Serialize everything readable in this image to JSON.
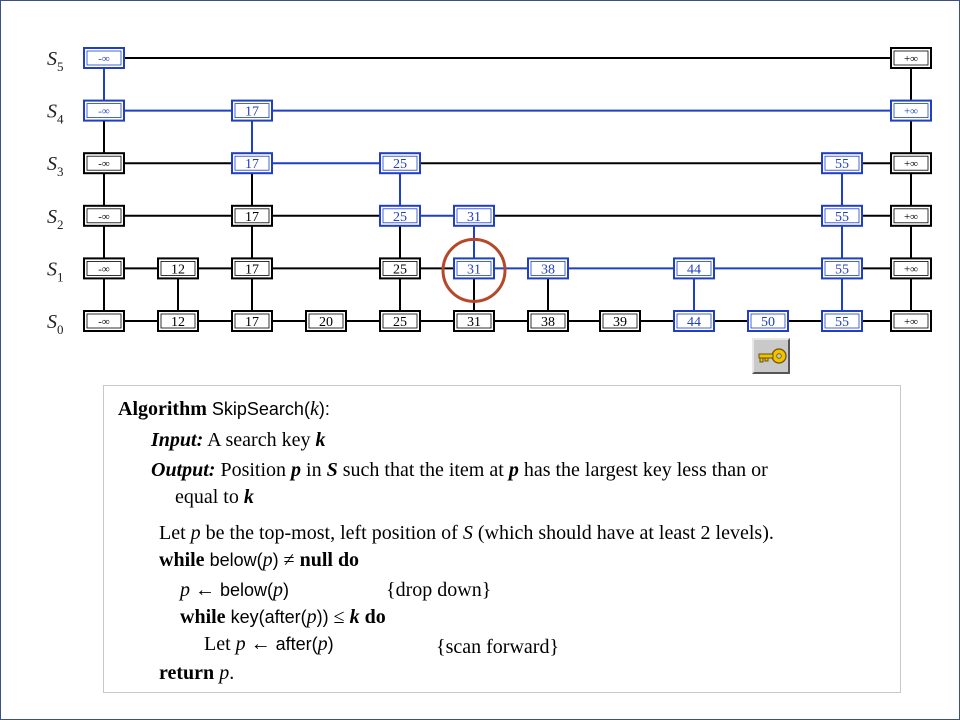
{
  "skip_list": {
    "levels": [
      {
        "label": "S",
        "sub": "5",
        "keys": [
          "-∞",
          "+∞"
        ]
      },
      {
        "label": "S",
        "sub": "4",
        "keys": [
          "-∞",
          "17",
          "+∞"
        ]
      },
      {
        "label": "S",
        "sub": "3",
        "keys": [
          "-∞",
          "17",
          "25",
          "55",
          "+∞"
        ]
      },
      {
        "label": "S",
        "sub": "2",
        "keys": [
          "-∞",
          "17",
          "25",
          "31",
          "55",
          "+∞"
        ]
      },
      {
        "label": "S",
        "sub": "1",
        "keys": [
          "-∞",
          "12",
          "17",
          "25",
          "31",
          "38",
          "44",
          "55",
          "+∞"
        ]
      },
      {
        "label": "S",
        "sub": "0",
        "keys": [
          "-∞",
          "12",
          "17",
          "20",
          "25",
          "31",
          "38",
          "39",
          "44",
          "50",
          "55",
          "+∞"
        ]
      }
    ],
    "highlighted_nodes": [
      "5:-∞",
      "4:-∞",
      "4:17",
      "4:+∞",
      "3:17",
      "3:25",
      "3:55",
      "2:25",
      "2:31",
      "2:55",
      "1:31",
      "1:38",
      "1:44",
      "1:55",
      "0:44",
      "0:50",
      "0:55"
    ],
    "highlighted_horizontal": [
      "4:-∞:17",
      "4:17:+∞",
      "3:17:25",
      "2:25:31",
      "1:31:38",
      "1:38:44",
      "1:44:55"
    ],
    "highlighted_vertical": [
      "-∞:5:4",
      "17:4:3",
      "25:3:2",
      "31:2:1",
      "55:3:2",
      "55:2:1",
      "44:1:0",
      "55:1:0"
    ],
    "circled_node": "1:31",
    "colors": {
      "highlight": "#1f3fc4",
      "normal": "#000000",
      "circle": "#b5472a"
    }
  },
  "key_icon": {
    "name": "key-icon"
  },
  "algorithm": {
    "l1_kw": "Algorithm",
    "l1_name": "SkipSearch(",
    "l1_k": "k",
    "l1_end": "):",
    "l2_kw": "Input:",
    "l2_text": "A search key ",
    "l2_k": "k",
    "l3_kw": "Output:",
    "l3_a": "Position ",
    "l3_p": "p",
    "l3_b": " in ",
    "l3_S": "S",
    "l3_c": " such that the item at ",
    "l3_p2": "p",
    "l3_d": " has the largest key less than or",
    "l4_a": "equal to ",
    "l4_k": "k",
    "l5_a": "Let ",
    "l5_p": "p",
    "l5_b": " be the top-most, left position of ",
    "l5_S": "S",
    "l5_c": " (which should have at least 2 levels).",
    "l6_kw": "while",
    "l6_f": "below(",
    "l6_p": "p",
    "l6_close": ")",
    "l6_ne": " ≠ ",
    "l6_null": "null",
    "l6_do": "do",
    "l7_p": "p",
    "l7_arrow": " ← ",
    "l7_f": "below(",
    "l7_p2": "p",
    "l7_close": ")",
    "l7_comment": "{drop down}",
    "l8_kw": "while",
    "l8_f": "key(after(",
    "l8_p": "p",
    "l8_close": "))",
    "l8_le": " ≤ ",
    "l8_k": "k",
    "l8_do": "do",
    "l9_a": "Let ",
    "l9_p": "p",
    "l9_arrow": " ← ",
    "l9_f": "after(",
    "l9_p2": "p",
    "l9_close": ")",
    "l9_comment": "{scan forward}",
    "l10_kw": "return",
    "l10_p": "p",
    "l10_dot": "."
  }
}
